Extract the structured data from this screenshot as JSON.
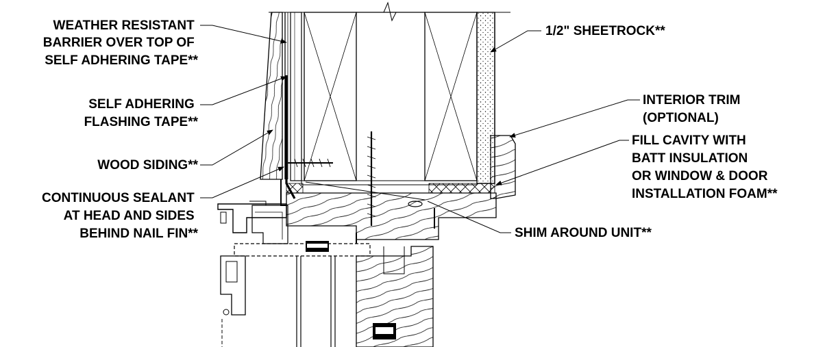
{
  "labels": {
    "weather_barrier": [
      "WEATHER RESISTANT",
      "BARRIER OVER TOP OF",
      "SELF ADHERING TAPE**"
    ],
    "flashing_tape": [
      "SELF ADHERING",
      "FLASHING TAPE**"
    ],
    "wood_siding": [
      "WOOD SIDING**"
    ],
    "sealant": [
      "CONTINUOUS SEALANT",
      "AT HEAD AND SIDES",
      "BEHIND NAIL FIN**"
    ],
    "sheetrock": [
      "1/2\" SHEETROCK**"
    ],
    "interior_trim": [
      "INTERIOR TRIM",
      "(OPTIONAL)"
    ],
    "fill_cavity": [
      "FILL CAVITY WITH",
      "BATT INSULATION",
      "OR WINDOW & DOOR",
      "INSTALLATION FOAM**"
    ],
    "shim": [
      "SHIM AROUND UNIT**"
    ]
  }
}
